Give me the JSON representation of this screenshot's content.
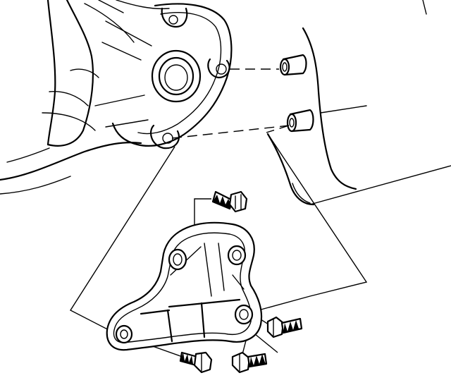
{
  "diagram": {
    "parts": [
      "transmission-case",
      "engine-block",
      "mounting-bracket",
      "bolt-upper",
      "bolt-right",
      "bolt-bottom-left",
      "bolt-bottom-right",
      "locating-dowel-upper",
      "locating-dowel-lower"
    ]
  }
}
